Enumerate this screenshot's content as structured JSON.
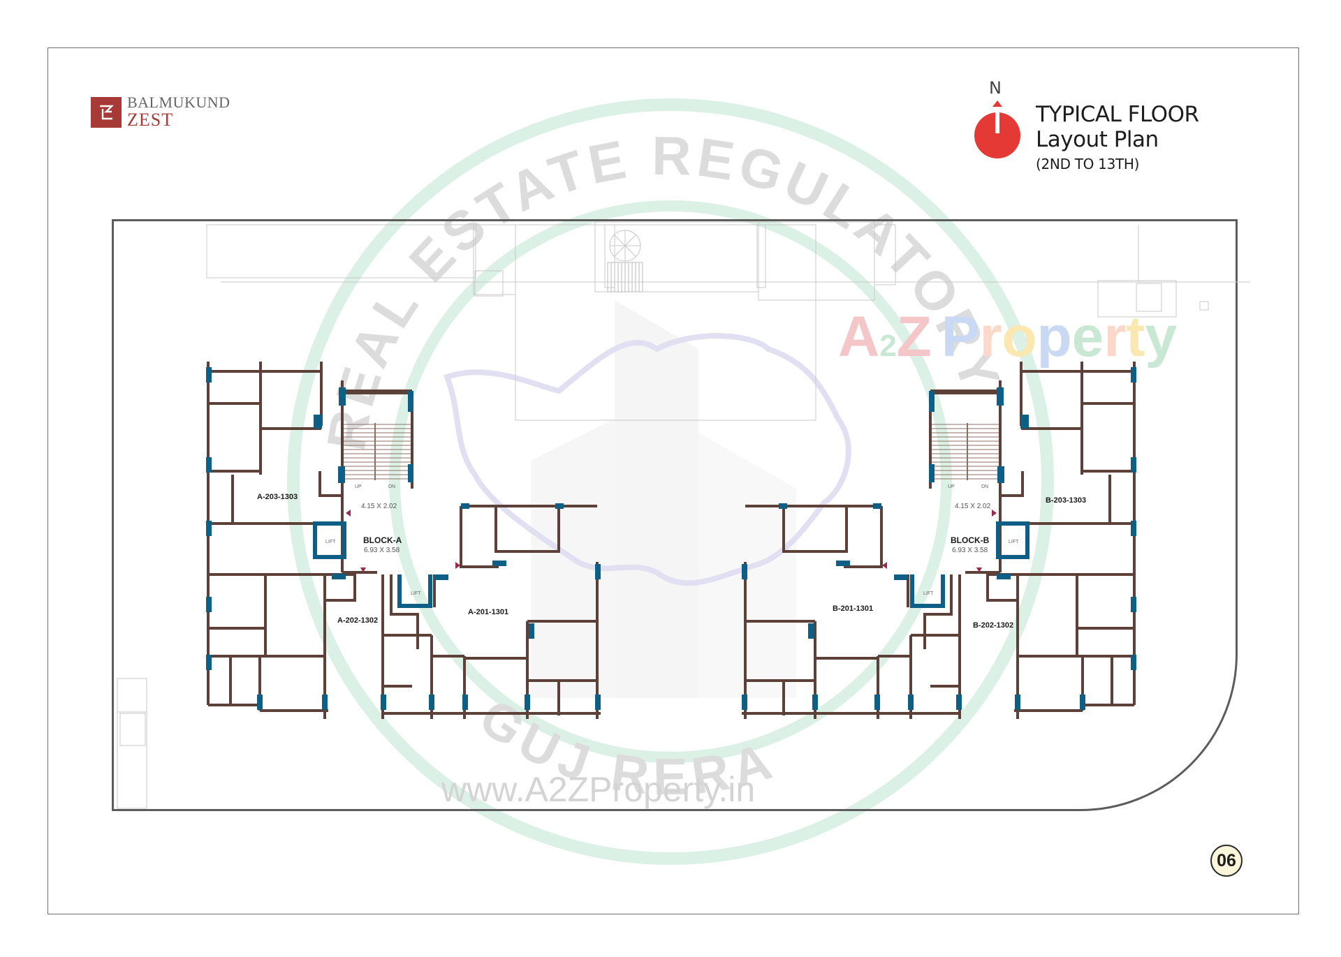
{
  "brand": {
    "name_line1": "BALMUKUND",
    "name_line2": "ZEST",
    "color": "#a73a36"
  },
  "compass": {
    "label": "N",
    "color": "#e53935"
  },
  "title": {
    "line1": "TYPICAL FLOOR",
    "line2": "Layout Plan",
    "line3": "(2ND TO 13TH)"
  },
  "plan": {
    "block_a": {
      "name": "BLOCK-A",
      "lobby_size": "6.93 X 3.58",
      "stair_landing_size": "4.15 X 2.02",
      "lift_label": "LIFT",
      "stair_up": "UP",
      "stair_down": "DN",
      "units": [
        "A-203-1303",
        "A-202-1302",
        "A-201-1301"
      ]
    },
    "block_b": {
      "name": "BLOCK-B",
      "lobby_size": "6.93 X 3.58",
      "stair_landing_size": "4.15 X 2.02",
      "lift_label": "LIFT",
      "stair_up": "UP",
      "stair_down": "DN",
      "units": [
        "B-203-1303",
        "B-201-1301",
        "B-202-1302"
      ]
    },
    "colors": {
      "wall": "#5d4037",
      "column": "#0d5f86",
      "boundary": "#5c5c5c",
      "marker": "#9c2a4a"
    }
  },
  "watermarks": {
    "seal_text_top": "REAL ESTATE REGULATORY",
    "seal_text_bottom": "GUJ RERA",
    "brand": "A2Z Property",
    "url": "www.A2ZProperty.in"
  },
  "page": {
    "number": "06"
  }
}
